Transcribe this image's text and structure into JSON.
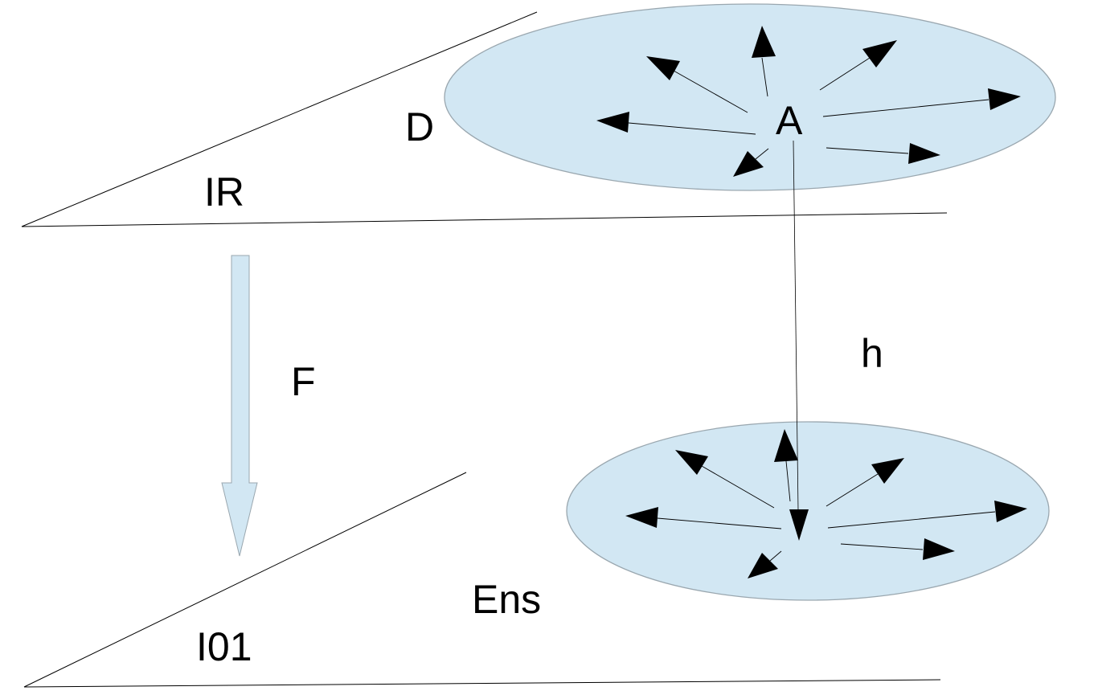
{
  "labels": {
    "upper_plane": "IR",
    "lower_plane": "I01",
    "upper_set": "D",
    "lower_set": "Ens",
    "point": "A",
    "projection_arrow": "F",
    "mapping": "h"
  },
  "colors": {
    "ellipse_fill": "#d2e7f3",
    "ellipse_stroke": "#9aa7af",
    "line": "#000000",
    "arrow_head": "#000000",
    "projection_fill": "#d2e7f3"
  }
}
